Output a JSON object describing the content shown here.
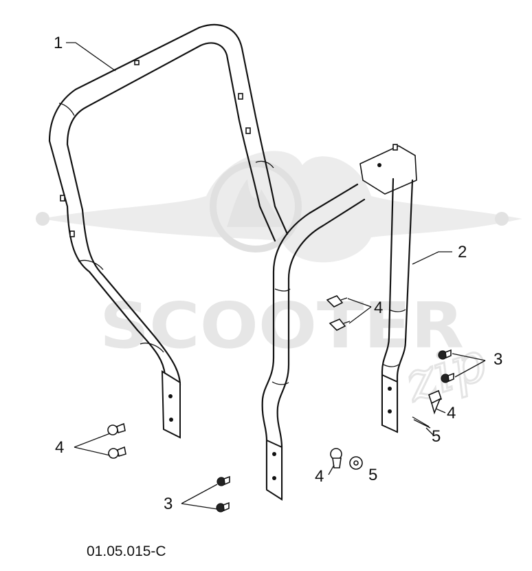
{
  "watermark": {
    "brand_text": "SCOOTER",
    "brand_script": "zip"
  },
  "callouts": {
    "part1": "1",
    "part2": "2",
    "bolt_upper_mid": "4",
    "bolt_lower_left": "4",
    "bolt_mid_right": "4",
    "bolt_bottom_mid": "4",
    "nut_right": "3",
    "nut_bottom_left": "3",
    "washer_bottom": "5",
    "pin_right": "5"
  },
  "diagram_code": "01.05.015-C",
  "colors": {
    "line": "#111111",
    "watermark": "#e6e6e6"
  }
}
